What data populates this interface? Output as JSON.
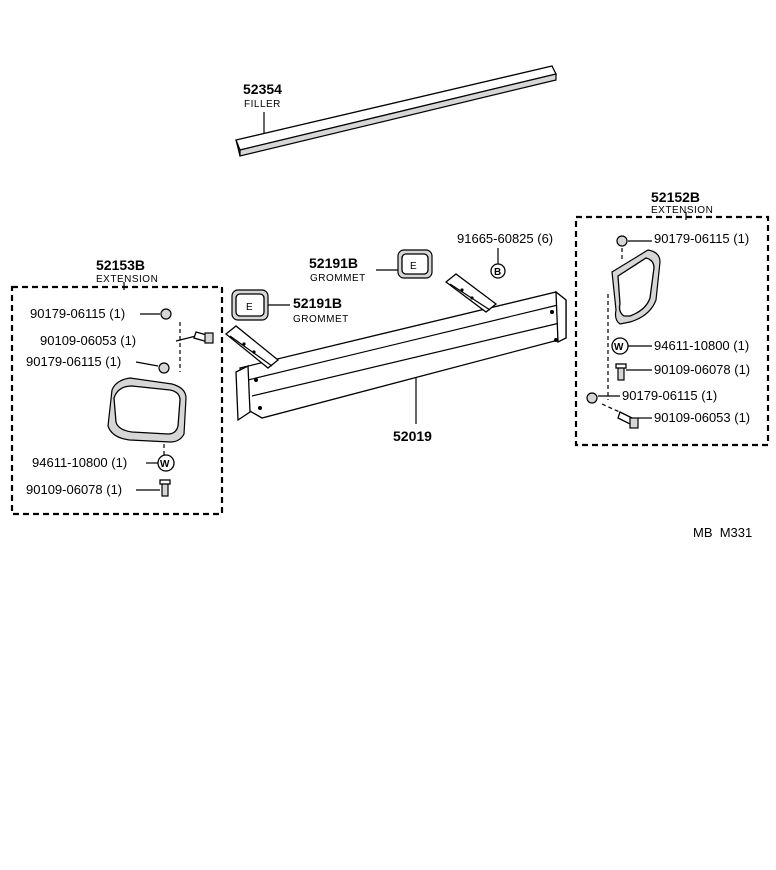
{
  "filler": {
    "part": "52354",
    "name": "FILLER"
  },
  "bumper": {
    "part": "52019"
  },
  "grommet_upper": {
    "part": "52191B",
    "name": "GROMMET"
  },
  "grommet_lower": {
    "part": "52191B",
    "name": "GROMMET"
  },
  "bolt_top": {
    "label": "91665-60825 (6)"
  },
  "left_extension": {
    "part": "52153B",
    "name": "EXTENSION",
    "items": [
      "90179-06115 (1)",
      "90109-06053 (1)",
      "90179-06115 (1)",
      "94611-10800 (1)",
      "90109-06078 (1)"
    ]
  },
  "right_extension": {
    "part": "52152B",
    "name": "EXTENSION",
    "items": [
      "90179-06115 (1)",
      "94611-10800 (1)",
      "90109-06078 (1)",
      "90179-06115 (1)",
      "90109-06053 (1)"
    ]
  },
  "footer": {
    "code": "MB  M331"
  },
  "icons": {
    "washer": "W",
    "bolt": "B"
  }
}
